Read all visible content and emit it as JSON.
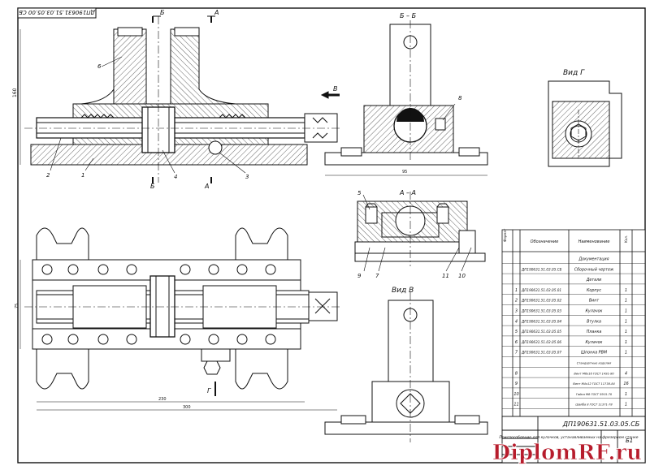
{
  "stamp_top_left": "ДП190631.51.03.05.00 СБ",
  "section_labels": {
    "bb": "Б – Б",
    "aa": "А – А",
    "view_g": "Вид Г",
    "view_v": "Вид В"
  },
  "cut_marks": {
    "b_top": "Б",
    "a_top": "А",
    "b_bottom": "Б",
    "a_bottom": "А",
    "v_arrow": "В",
    "g_arrow": "Г"
  },
  "callouts": [
    "6",
    "2",
    "1",
    "4",
    "3",
    "8",
    "5",
    "9",
    "7",
    "11",
    "10"
  ],
  "spec_table": {
    "headers": [
      "Формат",
      "Обозначение",
      "Наименование",
      "Кол."
    ],
    "rows": [
      {
        "pos": "",
        "code": "",
        "name": "Документация",
        "qty": ""
      },
      {
        "pos": "",
        "code": "ДП190631.51.03.05.СБ",
        "name": "Сборочный чертеж",
        "qty": ""
      },
      {
        "pos": "",
        "code": "",
        "name": "Детали",
        "qty": ""
      },
      {
        "pos": "1",
        "code": "ДП190631.51.03.05.01",
        "name": "Корпус",
        "qty": "1"
      },
      {
        "pos": "2",
        "code": "ДП190631.51.03.05.02",
        "name": "Винт",
        "qty": "1"
      },
      {
        "pos": "3",
        "code": "ДП190631.51.03.05.03",
        "name": "Кулачок",
        "qty": "1"
      },
      {
        "pos": "4",
        "code": "ДП190631.51.03.05.04",
        "name": "Втулка",
        "qty": "1"
      },
      {
        "pos": "5",
        "code": "ДП190631.51.03.05.05",
        "name": "Планка",
        "qty": "1"
      },
      {
        "pos": "6",
        "code": "ДП190631.51.03.05.06",
        "name": "Кулачок",
        "qty": "1"
      },
      {
        "pos": "7",
        "code": "ДП190631.51.03.05.07",
        "name": "Шпонка РВМ",
        "qty": "1"
      },
      {
        "pos": "",
        "code": "",
        "name": "Стандартные изделия",
        "qty": ""
      },
      {
        "pos": "8",
        "code": "",
        "name": "Винт М6х16 ГОСТ 1491-80",
        "qty": "4"
      },
      {
        "pos": "9",
        "code": "",
        "name": "Винт М4х12 ГОСТ 11738-84",
        "qty": "16"
      },
      {
        "pos": "10",
        "code": "",
        "name": "Гайка М8 ГОСТ 5915-70",
        "qty": "1"
      },
      {
        "pos": "11",
        "code": "",
        "name": "Шайба 8 ГОСТ 11371-78",
        "qty": "1"
      }
    ]
  },
  "title_block": {
    "designation": "ДП190631.51.03.05.СБ",
    "name": "Приспособление для кулачков, устанавливаемых на фрезерном станке",
    "sheet": "Б1"
  },
  "dimensions": [
    "160",
    "95",
    "75",
    "230",
    "300"
  ],
  "watermark": "DiplomRF.ru"
}
